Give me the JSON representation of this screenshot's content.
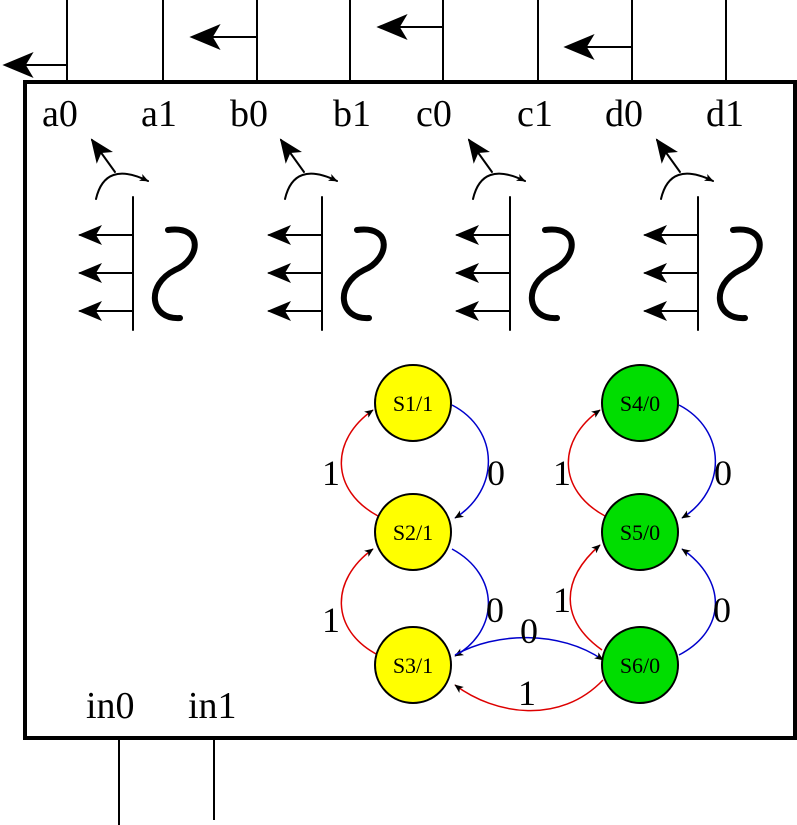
{
  "outputs": {
    "labels": [
      "a0",
      "a1",
      "b0",
      "b1",
      "c0",
      "c1",
      "d0",
      "d1"
    ]
  },
  "inputs": {
    "labels": [
      "in0",
      "in1"
    ]
  },
  "colors": {
    "yellow_state": "#ffff00",
    "green_state": "#00dd00",
    "edge_one": "#dd0000",
    "edge_zero": "#0000cc",
    "outline": "#000000"
  },
  "states": {
    "s1": "S1/1",
    "s2": "S2/1",
    "s3": "S3/1",
    "s4": "S4/0",
    "s5": "S5/0",
    "s6": "S6/0"
  },
  "transitions": {
    "s2_s1": "1",
    "s1_s2": "0",
    "s3_s2": "1",
    "s2_s3": "0",
    "s5_s4": "1",
    "s4_s5": "0",
    "s6_s5": "1",
    "s5_s6": "0",
    "s3_s6": "0",
    "s6_s3": "1"
  },
  "icons": [
    "motion-curve-arrow-icon",
    "squiggle-icon",
    "left-arrow-icon"
  ]
}
